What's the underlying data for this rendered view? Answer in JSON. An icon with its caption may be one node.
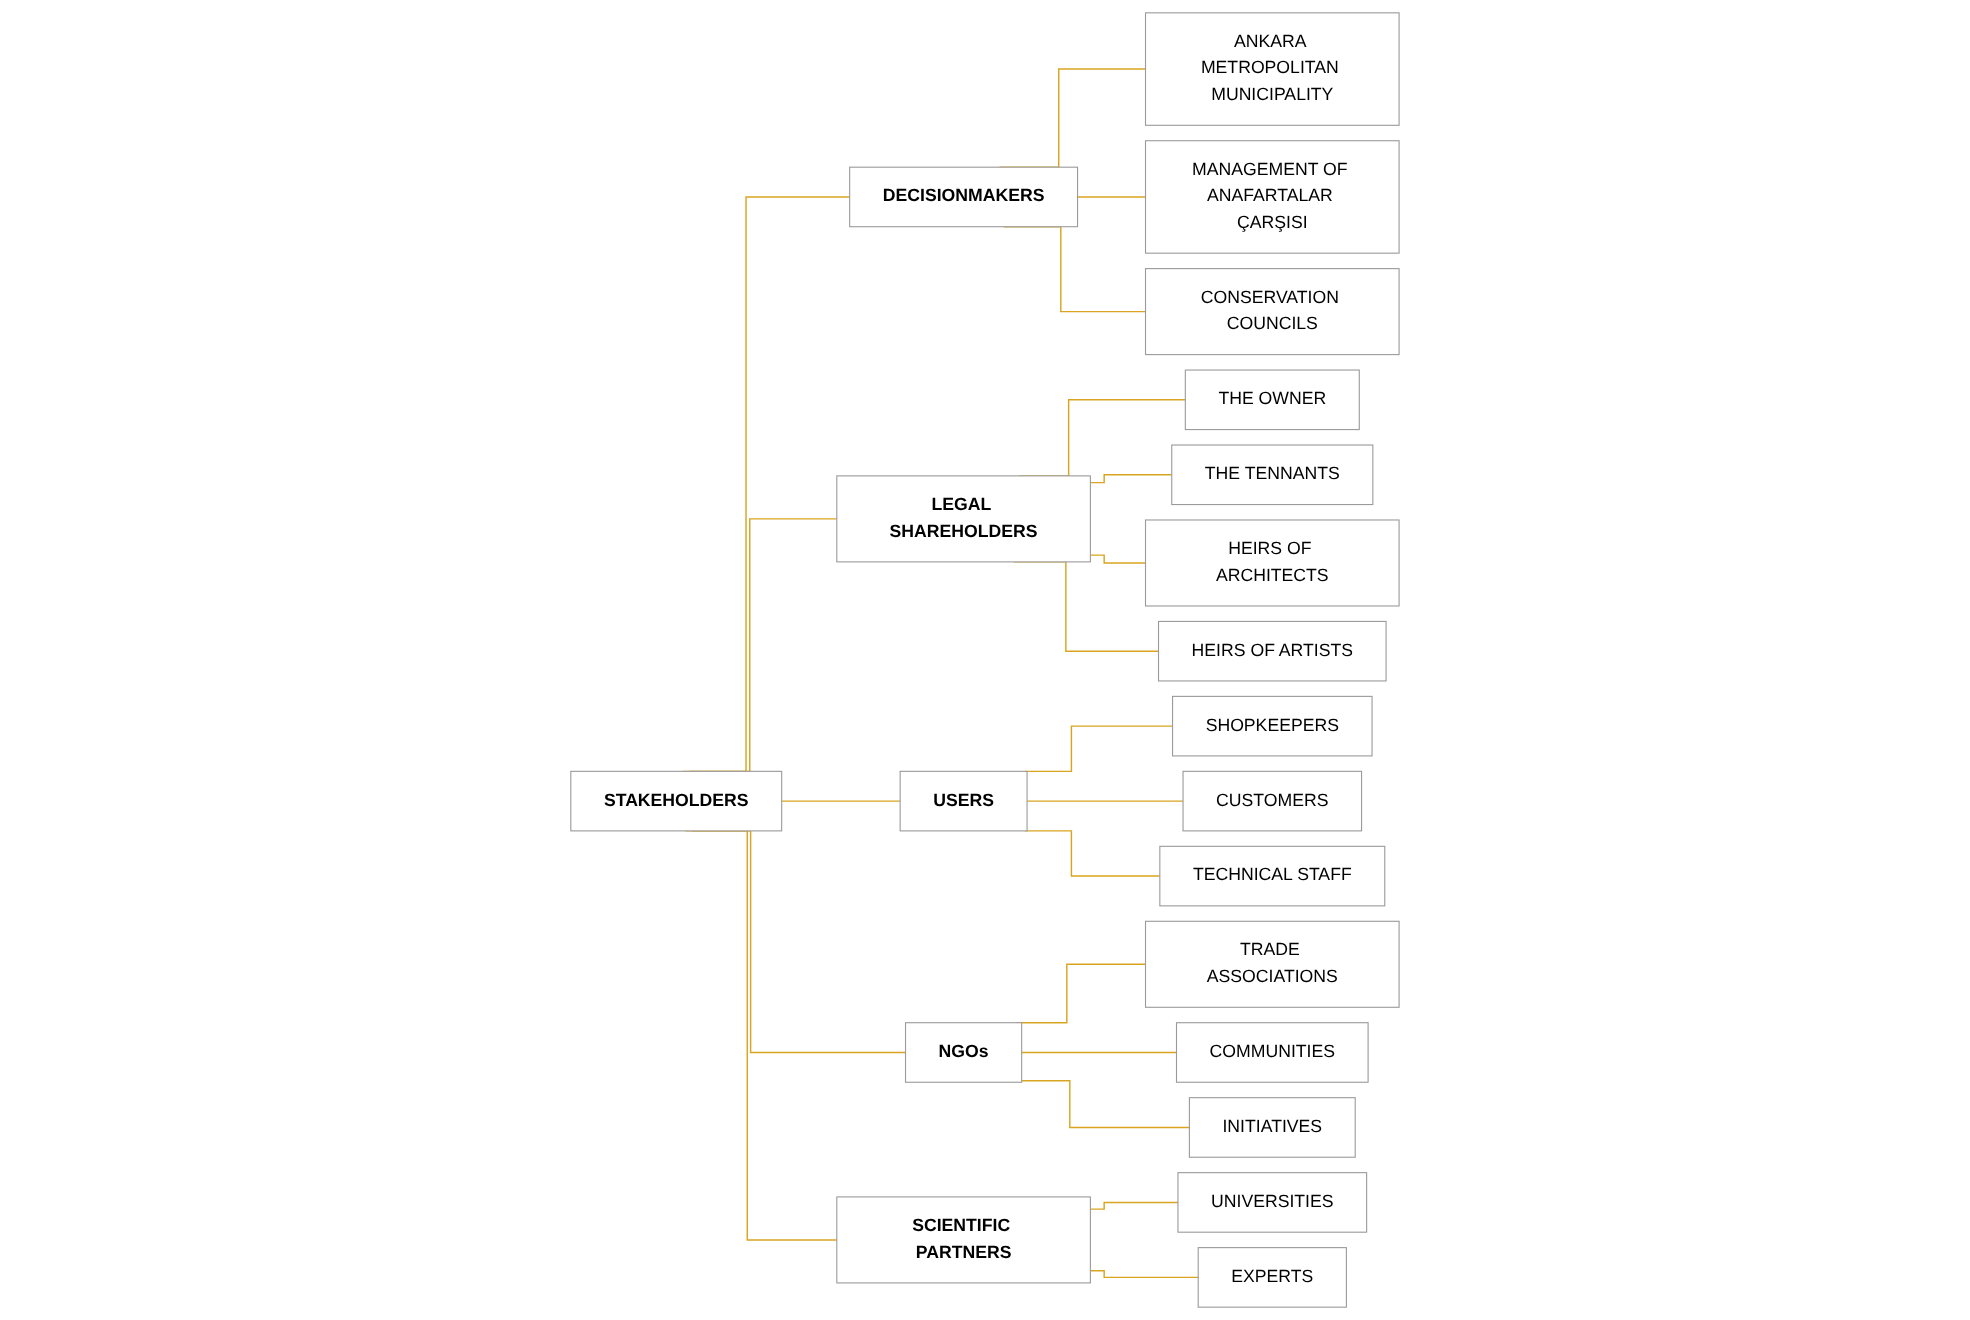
{
  "diagram": {
    "nodes": [
      {
        "text": [
          "STAKEHOLDERS"
        ]
      },
      {
        "text": [
          "DECISIONMAKERS"
        ]
      },
      {
        "text": [
          "LEGAL SHAREHOLDERS"
        ]
      },
      {
        "text": [
          "USERS"
        ]
      },
      {
        "text": [
          "NGOs"
        ]
      },
      {
        "text": [
          "SCIENTIFIC PARTNERS"
        ]
      },
      {
        "text": [
          "ANKARA METROPOLITAN MUNICIPALITY"
        ]
      },
      {
        "text": [
          "MANAGEMENT OF ANAFARTALAR ÇARŞISI"
        ]
      },
      {
        "text": [
          "CONSERVATION COUNCILS"
        ]
      },
      {
        "text": [
          "THE OWNER"
        ]
      },
      {
        "text": [
          "THE TENNANTS"
        ]
      },
      {
        "text": [
          "HEIRS OF ARCHITECTS"
        ]
      },
      {
        "text": [
          "HEIRS OF ARTISTS"
        ]
      },
      {
        "text": [
          "SHOPKEEPERS"
        ]
      },
      {
        "text": [
          "CUSTOMERS"
        ]
      },
      {
        "text": [
          "TECHNICAL STAFF"
        ]
      },
      {
        "text": [
          "TRADE ASSOCIATIONS"
        ]
      },
      {
        "text": [
          "COMMUNITIES"
        ]
      },
      {
        "text": [
          "INITIATIVES"
        ]
      },
      {
        "text": [
          "UNIVERSITIES"
        ]
      },
      {
        "text": [
          "EXPERTS"
        ]
      }
    ],
    "edges": [
      {
        "from": 0,
        "to": 1,
        "arrow": "none"
      },
      {
        "from": 0,
        "to": 2,
        "arrow": "none"
      },
      {
        "from": 0,
        "to": 3,
        "arrow": "none"
      },
      {
        "from": 0,
        "to": 4,
        "arrow": "none"
      },
      {
        "from": 0,
        "to": 5,
        "arrow": "none"
      },
      {
        "from": 1,
        "to": 6,
        "arrow": "none"
      },
      {
        "from": 1,
        "to": 7,
        "arrow": "none"
      },
      {
        "from": 1,
        "to": 8,
        "arrow": "none"
      },
      {
        "from": 2,
        "to": 9,
        "arrow": "none"
      },
      {
        "from": 2,
        "to": 10,
        "arrow": "none"
      },
      {
        "from": 2,
        "to": 11,
        "arrow": "none"
      },
      {
        "from": 2,
        "to": 12,
        "arrow": "none"
      },
      {
        "from": 3,
        "to": 13,
        "arrow": "none"
      },
      {
        "from": 3,
        "to": 14,
        "arrow": "none"
      },
      {
        "from": 3,
        "to": 15,
        "arrow": "none"
      },
      {
        "from": 4,
        "to": 16,
        "arrow": "none"
      },
      {
        "from": 4,
        "to": 17,
        "arrow": "none"
      },
      {
        "from": 4,
        "to": 18,
        "arrow": "none"
      },
      {
        "from": 5,
        "to": 19,
        "arrow": "none"
      },
      {
        "from": 5,
        "to": 20,
        "arrow": "none"
      }
    ]
  }
}
